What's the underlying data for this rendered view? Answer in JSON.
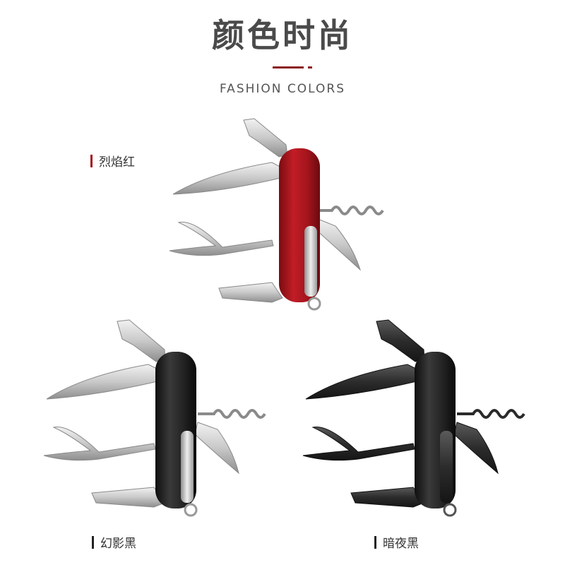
{
  "header": {
    "title": "颜色时尚",
    "subtitle": "FASHION COLORS",
    "accent_color": "#8b1c1c"
  },
  "variants": [
    {
      "label": "烈焰红",
      "body_color": "#a3141c",
      "bar_color": "#a3141c",
      "blade_style": "steel"
    },
    {
      "label": "幻影黑",
      "body_color": "#1e1e1e",
      "bar_color": "#222222",
      "blade_style": "steel"
    },
    {
      "label": "暗夜黑",
      "body_color": "#1e1e1e",
      "bar_color": "#222222",
      "blade_style": "black"
    }
  ],
  "icons": [
    "swiss-army-knife-icon"
  ]
}
